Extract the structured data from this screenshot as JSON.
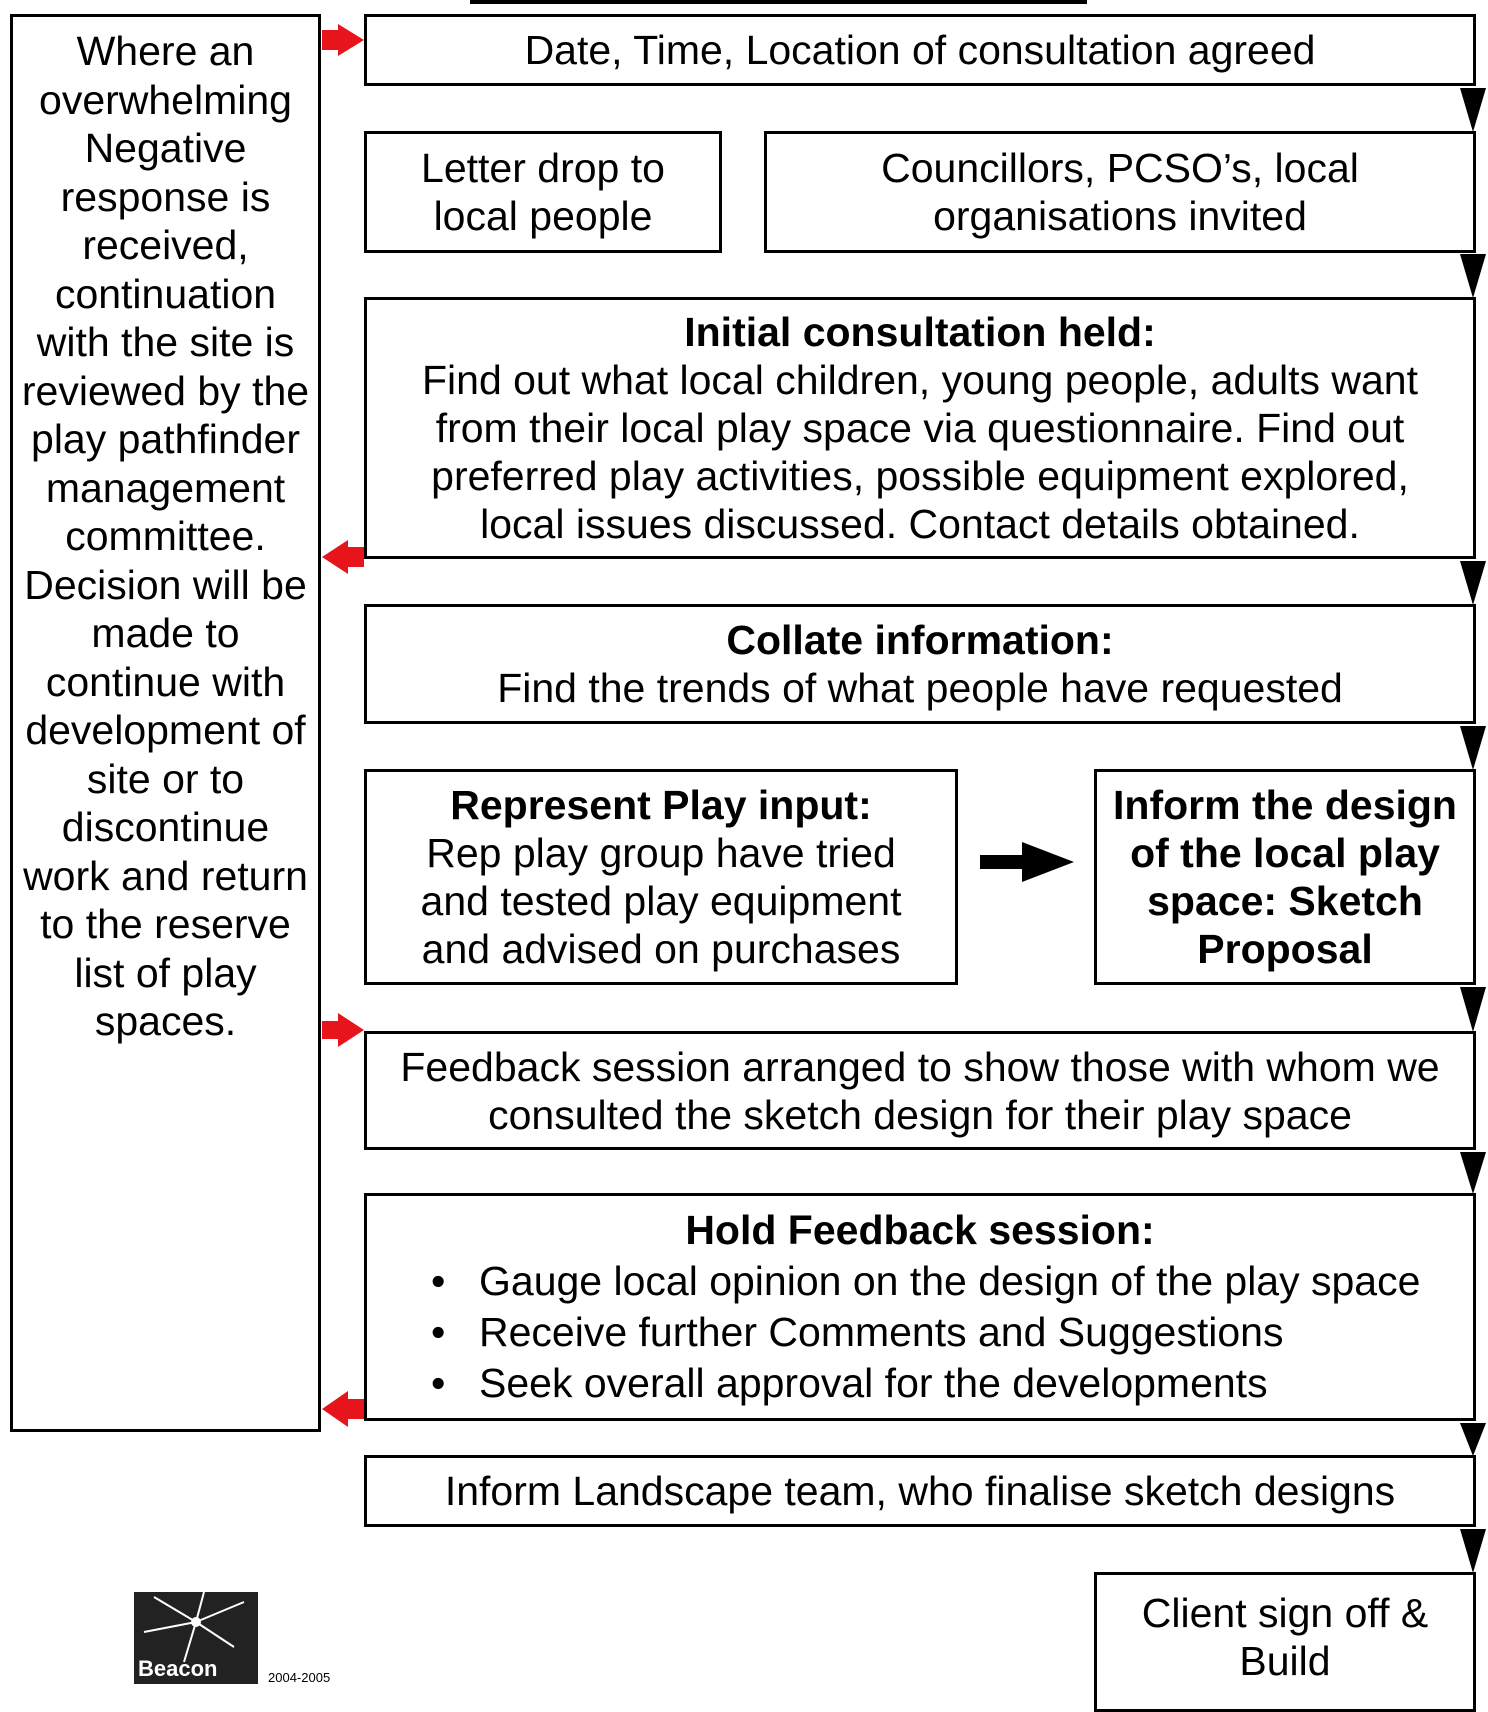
{
  "side_note": "Where an overwhelming Negative response is received, continuation with the site is reviewed by the play pathfinder management committee. Decision will be made to continue with development of site or to discontinue work and return to the reserve list of play spaces.",
  "steps": {
    "date_agreed": "Date, Time, Location of consultation agreed",
    "letter_drop": "Letter drop to local people",
    "invited": "Councillors, PCSO’s, local organisations invited",
    "initial": {
      "heading": "Initial consultation held:",
      "body": "Find out what local children, young people, adults want from their local play space via questionnaire. Find out preferred play activities, possible equipment explored, local issues discussed. Contact details obtained."
    },
    "collate": {
      "heading": "Collate information:",
      "body": "Find the trends of what people have requested"
    },
    "represent": {
      "heading": "Represent Play input:",
      "body": "Rep play group have tried and tested play equipment and advised on purchases"
    },
    "inform_design": {
      "heading": "Inform the design of the local play space: Sketch Proposal"
    },
    "feedback_arranged": "Feedback session arranged to show those with whom we consulted the sketch design for their play space",
    "hold_feedback": {
      "heading": "Hold Feedback session:",
      "bullets": [
        "Gauge local opinion on the design of the play space",
        "Receive further Comments and Suggestions",
        "Seek overall approval for the developments"
      ]
    },
    "landscape": "Inform Landscape team, who finalise sketch designs",
    "client_signoff": "Client sign off & Build"
  },
  "footer": {
    "logo_text": "Beacon",
    "year_text": "2004-2005"
  },
  "colors": {
    "feedback_arrow": "#e8141b",
    "flow_arrow": "#000000"
  }
}
